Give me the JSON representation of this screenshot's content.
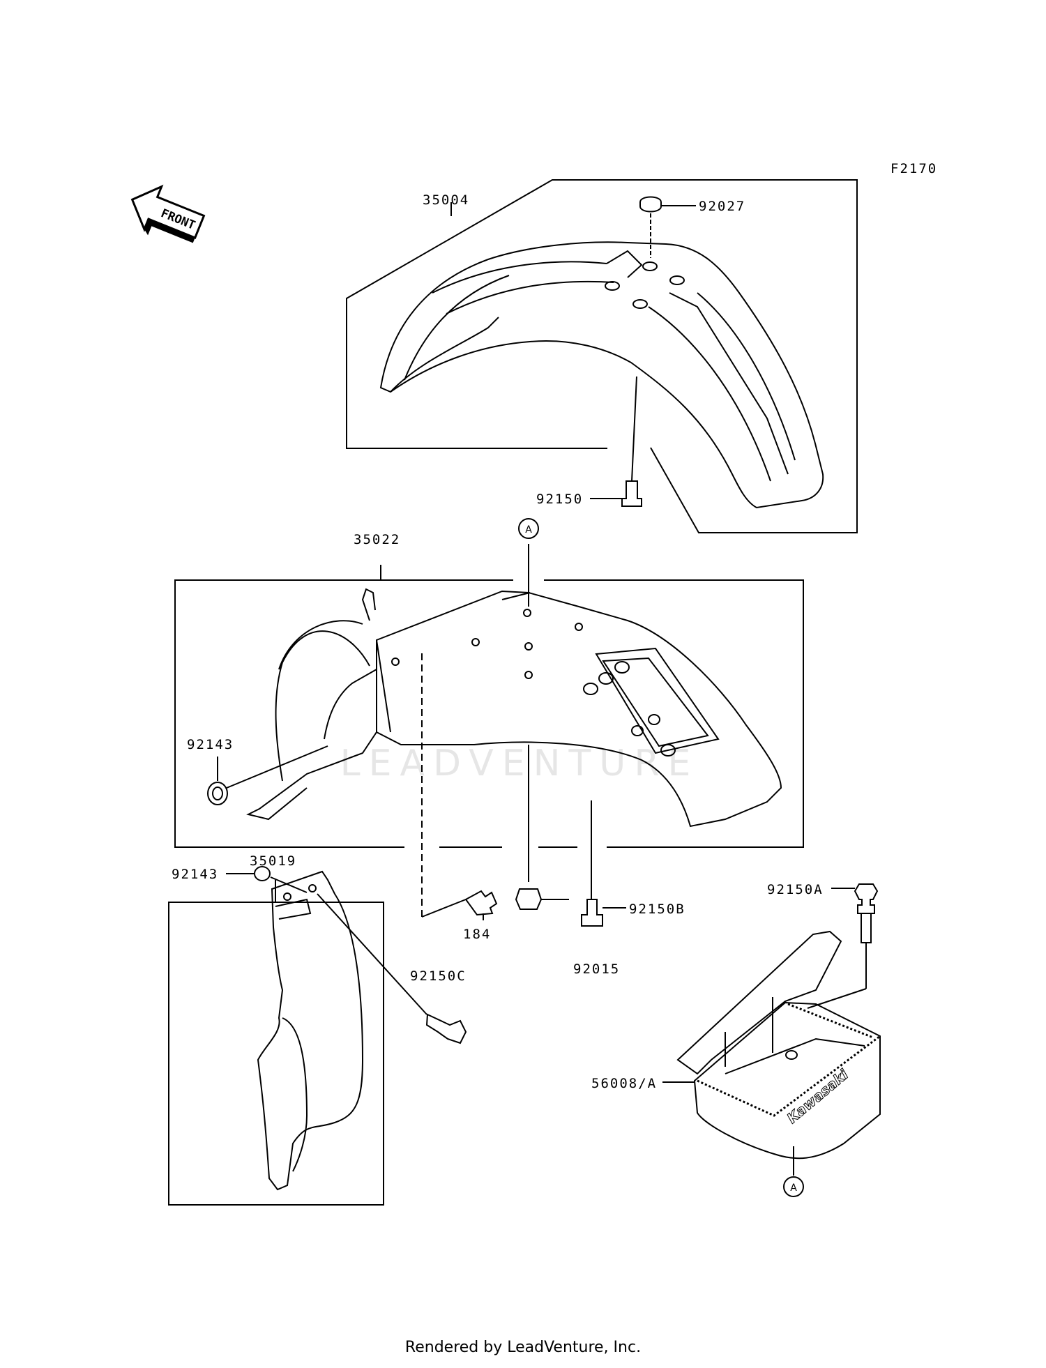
{
  "figure_code": "F2170",
  "front_label": "FRONT",
  "watermark": "LEADVENTURE",
  "parts": {
    "front_fender_assy": "35004",
    "front_cap": "92027",
    "front_bolt": "92150",
    "rear_fender_assy": "35022",
    "rear_grommet": "92143",
    "flap_assy": "35019",
    "flap_grommet": "92143",
    "flap_bolt": "92150C",
    "bolt_184": "184",
    "bolt_b": "92150B",
    "nut": "92015",
    "box_bolt": "92150A",
    "tool_box": "56008/A"
  },
  "ref_marks": {
    "top": "A",
    "bottom": "A"
  },
  "box_brand": "Kawasaki",
  "footer": "Rendered by LeadVenture, Inc."
}
